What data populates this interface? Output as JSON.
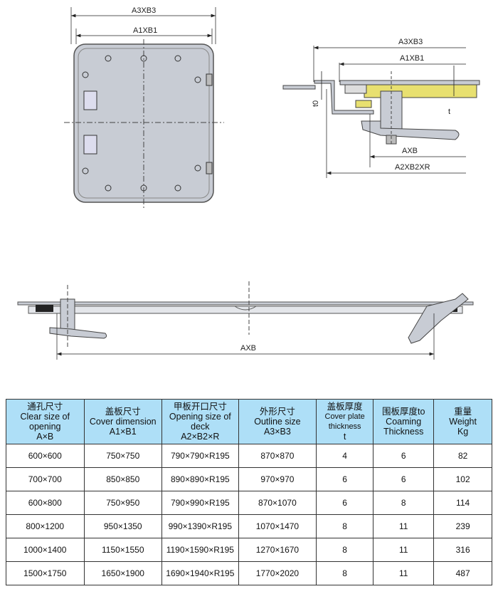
{
  "drawing": {
    "plan": {
      "outline_dim": "A3XB3",
      "cover_dim": "A1XB1"
    },
    "section": {
      "outline_dim": "A3XB3",
      "cover_dim": "A1XB1",
      "coaming_thk": "t0",
      "plate_thk": "t",
      "clear_dim": "AXB",
      "deck_dim": "A2XB2XR"
    },
    "long_section": {
      "clear_dim": "AXB"
    },
    "colors": {
      "plate": "#c8ccd4",
      "insulation": "#e8e070",
      "header_bg": "#aedff7"
    }
  },
  "table": {
    "headers": [
      {
        "cn": "通孔尺寸",
        "en": "Clear size of opening",
        "sym": "A×B"
      },
      {
        "cn": "盖板尺寸",
        "en": "Cover dimension",
        "sym": "A1×B1"
      },
      {
        "cn": "甲板开口尺寸",
        "en": "Opening size of deck",
        "sym": "A2×B2×R"
      },
      {
        "cn": "外形尺寸",
        "en": "Outline size",
        "sym": "A3×B3"
      },
      {
        "cn": "盖板厚度",
        "en": "Cover plate thickness",
        "sym": "t"
      },
      {
        "cn": "围板厚度to",
        "en": "Coaming Thickness",
        "sym": ""
      },
      {
        "cn": "重量",
        "en": "Weight",
        "sym": "Kg"
      }
    ],
    "rows": [
      [
        "600×600",
        "750×750",
        "790×790×R195",
        "870×870",
        "4",
        "6",
        "82"
      ],
      [
        "700×700",
        "850×850",
        "890×890×R195",
        "970×970",
        "6",
        "6",
        "102"
      ],
      [
        "600×800",
        "750×950",
        "790×990×R195",
        "870×1070",
        "6",
        "8",
        "114"
      ],
      [
        "800×1200",
        "950×1350",
        "990×1390×R195",
        "1070×1470",
        "8",
        "11",
        "239"
      ],
      [
        "1000×1400",
        "1150×1550",
        "1190×1590×R195",
        "1270×1670",
        "8",
        "11",
        "316"
      ],
      [
        "1500×1750",
        "1650×1900",
        "1690×1940×R195",
        "1770×2020",
        "8",
        "11",
        "487"
      ]
    ]
  }
}
